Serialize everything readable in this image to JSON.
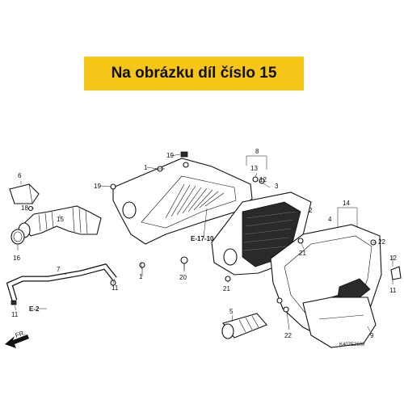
{
  "banner": {
    "text": "Na obrázku díl číslo 15"
  },
  "diagram_code": "K407E2600",
  "refs": {
    "e2": "E-2",
    "e1710": "E-17-10",
    "fr": "FR."
  },
  "callouts": {
    "p1a": "1",
    "p1b": "1",
    "p2": "2",
    "p3": "3",
    "p4": "4",
    "p5": "5",
    "p6": "6",
    "p7": "7",
    "p8": "8",
    "p9": "9",
    "p11a": "11",
    "p11b": "11",
    "p12": "12",
    "p13": "13",
    "p14": "14",
    "p15": "15",
    "p16": "16",
    "p18": "18",
    "p19a": "19",
    "p19b": "19",
    "p20": "20",
    "p21a": "21",
    "p21b": "21",
    "p22a": "22",
    "p22b": "22"
  },
  "colors": {
    "banner": "#f5c518",
    "ink": "#111111"
  }
}
